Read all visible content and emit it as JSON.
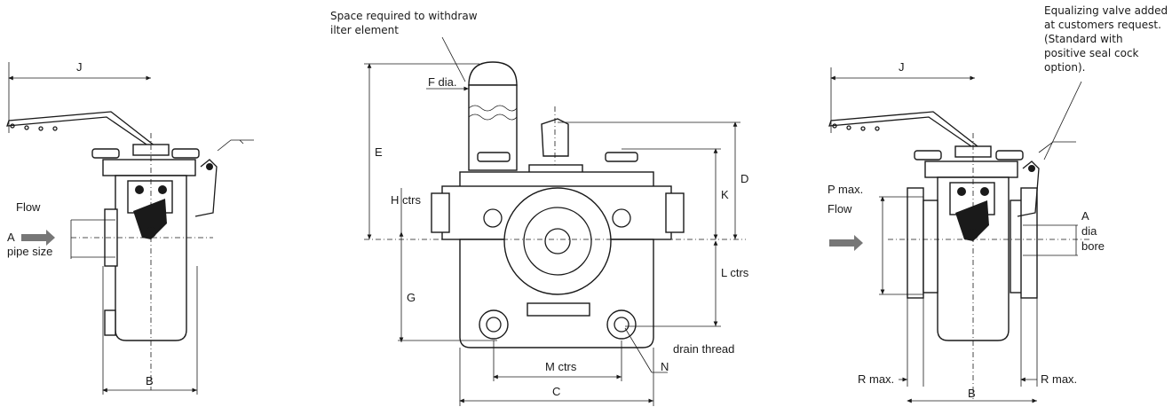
{
  "left_view": {
    "labels": {
      "J": "J",
      "flow": "Flow",
      "A": "A",
      "pipe_size": "pipe size",
      "B": "B"
    }
  },
  "center_view": {
    "labels": {
      "space_note_line1": "Space required to withdraw",
      "space_note_line2": "ilter element",
      "F": "F dia.",
      "E": "E",
      "D": "D",
      "K": "K",
      "H": "H ctrs",
      "G": "G",
      "L": "L ctrs",
      "drain": "drain thread",
      "M": "M ctrs",
      "N": "N",
      "C": "C"
    }
  },
  "right_view": {
    "labels": {
      "eq_line1": "Equalizing valve added",
      "eq_line2": "at customers request.",
      "eq_line3": "(Standard with",
      "eq_line4": "positive seal cock",
      "eq_line5": "option).",
      "J": "J",
      "P": "P max.",
      "flow": "Flow",
      "A": "A",
      "dia": "dia",
      "bore": "bore",
      "R_left": "R max.",
      "R_right": "R max.",
      "B": "B"
    }
  },
  "colors": {
    "line": "#1a1a1a",
    "arrow": "#777777"
  }
}
